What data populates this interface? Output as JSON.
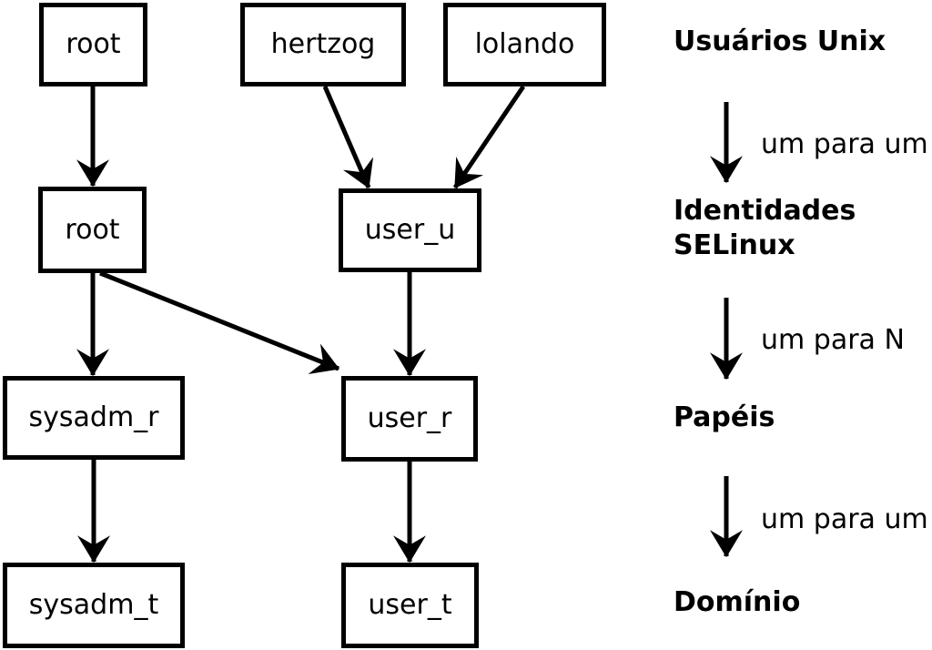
{
  "diagram": {
    "background_color": "#ffffff",
    "stroke_color": "#000000",
    "nodes": [
      {
        "id": "unix-root",
        "label": "root"
      },
      {
        "id": "unix-hertzog",
        "label": "hertzog"
      },
      {
        "id": "unix-lolando",
        "label": "lolando"
      },
      {
        "id": "selinux-root",
        "label": "root"
      },
      {
        "id": "selinux-user-u",
        "label": "user_u"
      },
      {
        "id": "role-sysadm-r",
        "label": "sysadm_r"
      },
      {
        "id": "role-user-r",
        "label": "user_r"
      },
      {
        "id": "domain-sysadm-t",
        "label": "sysadm_t"
      },
      {
        "id": "domain-user-t",
        "label": "user_t"
      }
    ],
    "edges": [
      {
        "from": "unix-root",
        "to": "selinux-root"
      },
      {
        "from": "unix-hertzog",
        "to": "selinux-user-u"
      },
      {
        "from": "unix-lolando",
        "to": "selinux-user-u"
      },
      {
        "from": "selinux-root",
        "to": "role-sysadm-r"
      },
      {
        "from": "selinux-root",
        "to": "role-user-r"
      },
      {
        "from": "selinux-user-u",
        "to": "role-user-r"
      },
      {
        "from": "role-sysadm-r",
        "to": "domain-sysadm-t"
      },
      {
        "from": "role-user-r",
        "to": "domain-user-t"
      }
    ],
    "legend": {
      "level1": "Usuários Unix",
      "mapping1": "um para um",
      "level2_line1": "Identidades",
      "level2_line2": "SELinux",
      "mapping2": "um para N",
      "level3": "Papéis",
      "mapping3": "um para um",
      "level4": "Domínio"
    }
  }
}
